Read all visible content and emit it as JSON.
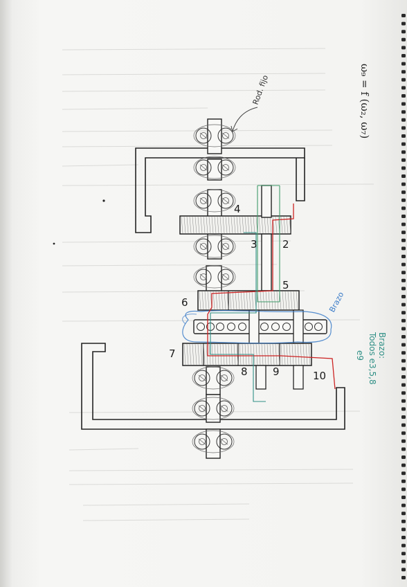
{
  "formula": "ω₉ = f (ω₂, ω₇)",
  "bearing_note": "Rod. fijo",
  "gear_labels": [
    "4",
    "3",
    "2",
    "5",
    "6",
    "7",
    "8",
    "9",
    "10"
  ],
  "arm_label": "Brazo",
  "note_lines": [
    "Brazo:",
    "Todos  e3,5,8",
    "e9"
  ],
  "colors": {
    "ink": "#222222",
    "red": "#cc2222",
    "green": "#3f9a6a",
    "teal": "#2f8f86",
    "blue": "#3a7bc8"
  }
}
